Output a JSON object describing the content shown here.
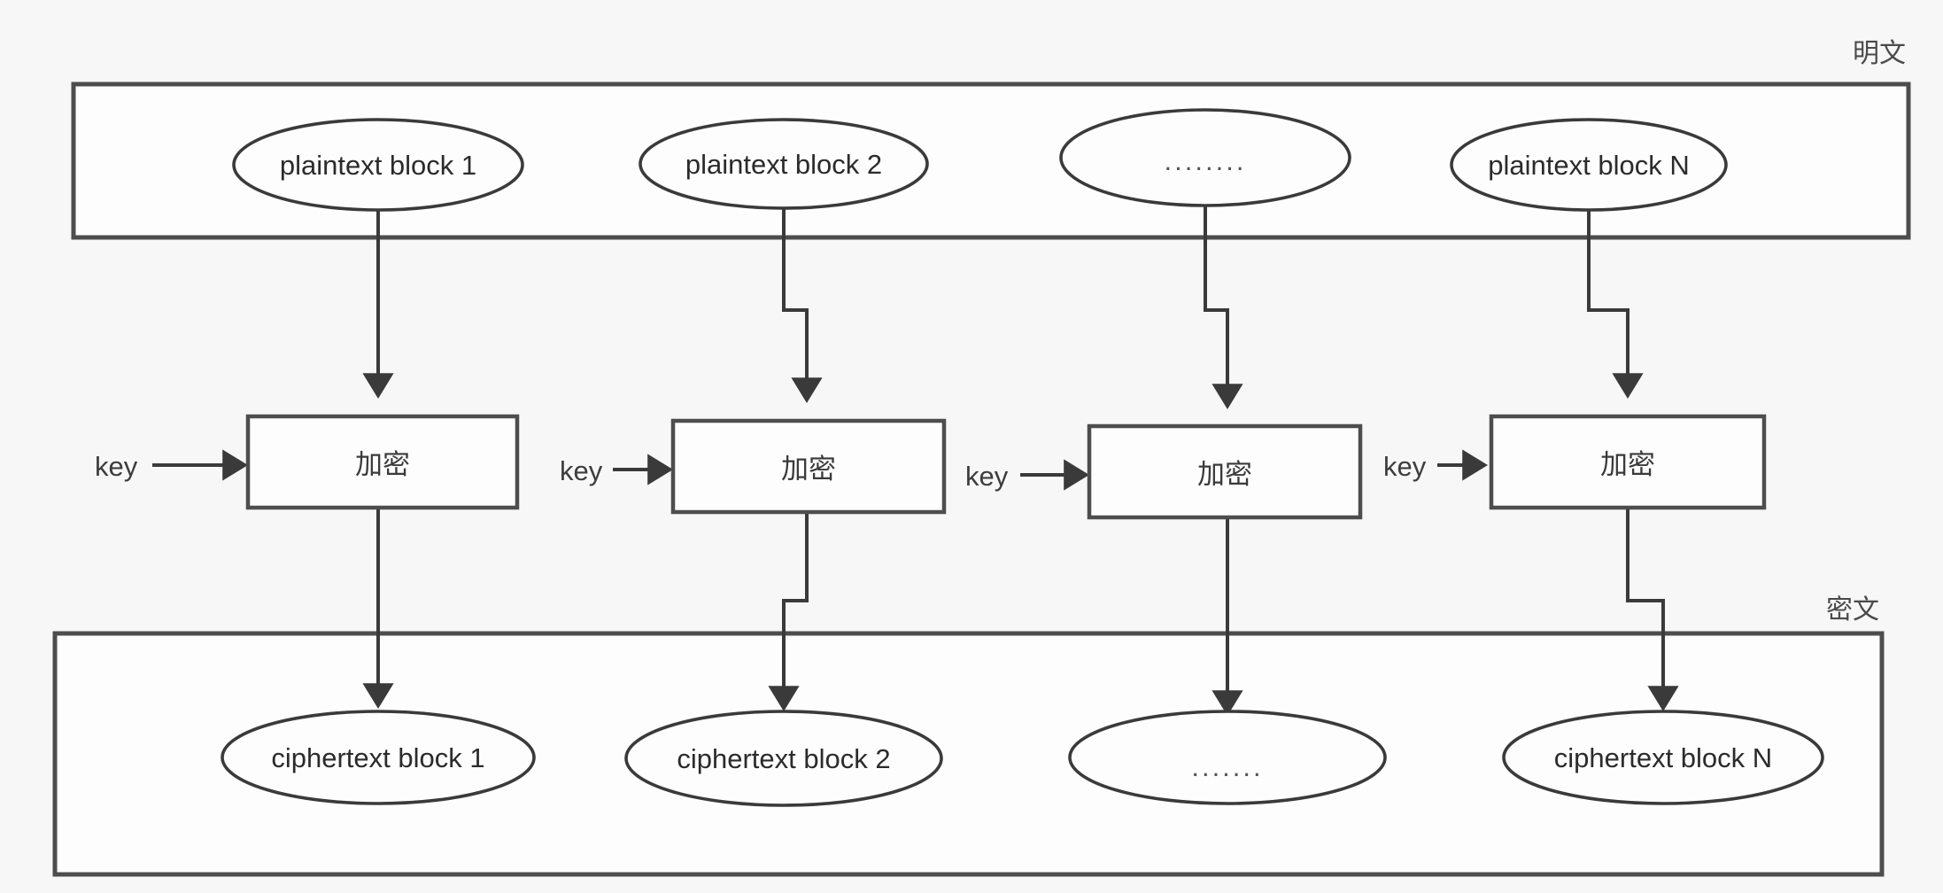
{
  "diagram": {
    "title": "ECB mode block cipher encryption diagram",
    "background_color": "#f7f7f7",
    "stroke_color": "#3a3a3a",
    "groups": {
      "plaintext": {
        "label": "明文"
      },
      "ciphertext": {
        "label": "密文"
      }
    },
    "plaintext_blocks": [
      {
        "label": "plaintext block 1"
      },
      {
        "label": "plaintext block 2"
      },
      {
        "label": "........"
      },
      {
        "label": "plaintext block N"
      }
    ],
    "process_blocks": [
      {
        "label": "加密"
      },
      {
        "label": "加密"
      },
      {
        "label": "加密"
      },
      {
        "label": "加密"
      }
    ],
    "key_labels": [
      {
        "label": "key"
      },
      {
        "label": "key"
      },
      {
        "label": "key"
      },
      {
        "label": "key"
      }
    ],
    "ciphertext_blocks": [
      {
        "label": "ciphertext block 1"
      },
      {
        "label": "ciphertext block 2"
      },
      {
        "label": "......."
      },
      {
        "label": "ciphertext block N"
      }
    ]
  }
}
